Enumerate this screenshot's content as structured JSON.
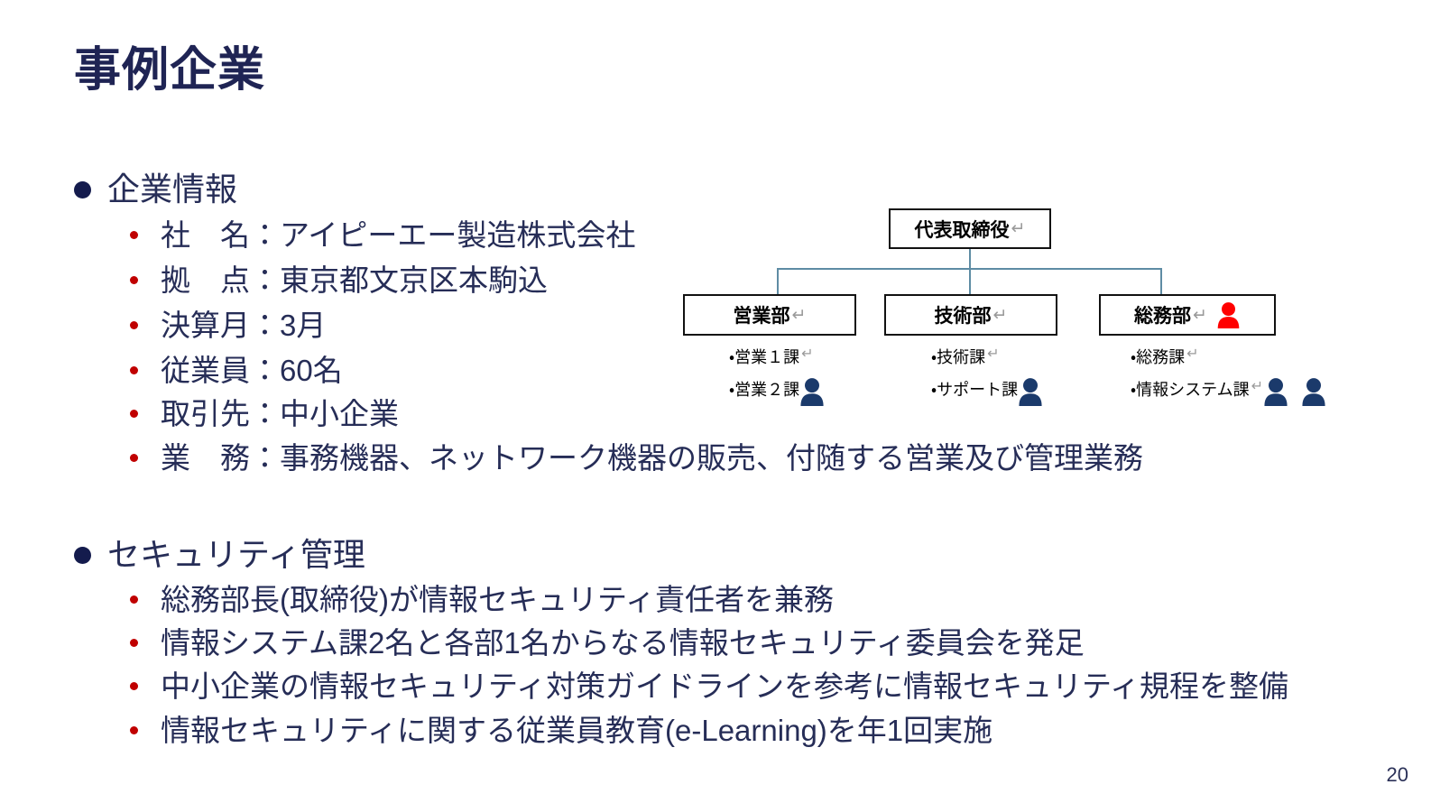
{
  "slide": {
    "title": "事例企業",
    "page_number": "20"
  },
  "colors": {
    "title": "#1F2454",
    "body_text": "#262D57",
    "bullet_l1": "#141B4D",
    "bullet_l2": "#C00000",
    "box_border": "#121212",
    "connector": "#5E8CA4",
    "person_red": "#FF0000",
    "person_navy": "#1B3A6B",
    "pilcrow": "#9A9A9A"
  },
  "sections": [
    {
      "heading": "企業情報",
      "items": [
        "社　名：アイピーエー製造株式会社",
        "拠　点：東京都文京区本駒込",
        "決算月：3月",
        "従業員：60名",
        "取引先：中小企業",
        "業　務：事務機器、ネットワーク機器の販売、付随する営業及び管理業務"
      ]
    },
    {
      "heading": "セキュリティ管理",
      "items": [
        "総務部長(取締役)が情報セキュリティ責任者を兼務",
        "情報システム課2名と各部1名からなる情報セキュリティ委員会を発足",
        "中小企業の情報セキュリティ対策ガイドラインを参考に情報セキュリティ規程を整備",
        "情報セキュリティに関する従業員教育(e-Learning)を年1回実施"
      ]
    }
  ],
  "org_chart": {
    "pilcrow": "↵",
    "root": {
      "label": "代表取締役"
    },
    "departments": [
      {
        "label": "営業部",
        "box_person_icon": null,
        "sections": [
          {
            "label": "・営業１課",
            "pilcrow": true,
            "persons": 0
          },
          {
            "label": "・営業２課",
            "pilcrow": false,
            "persons": 1
          }
        ]
      },
      {
        "label": "技術部",
        "box_person_icon": null,
        "sections": [
          {
            "label": "・技術課",
            "pilcrow": true,
            "persons": 0
          },
          {
            "label": "・サポート課",
            "pilcrow": false,
            "persons": 1
          }
        ]
      },
      {
        "label": "総務部",
        "box_person_icon": "person-icon-red",
        "sections": [
          {
            "label": "・総務課",
            "pilcrow": true,
            "persons": 0
          },
          {
            "label": "・情報システム課",
            "pilcrow": true,
            "persons": 2
          }
        ]
      }
    ]
  }
}
